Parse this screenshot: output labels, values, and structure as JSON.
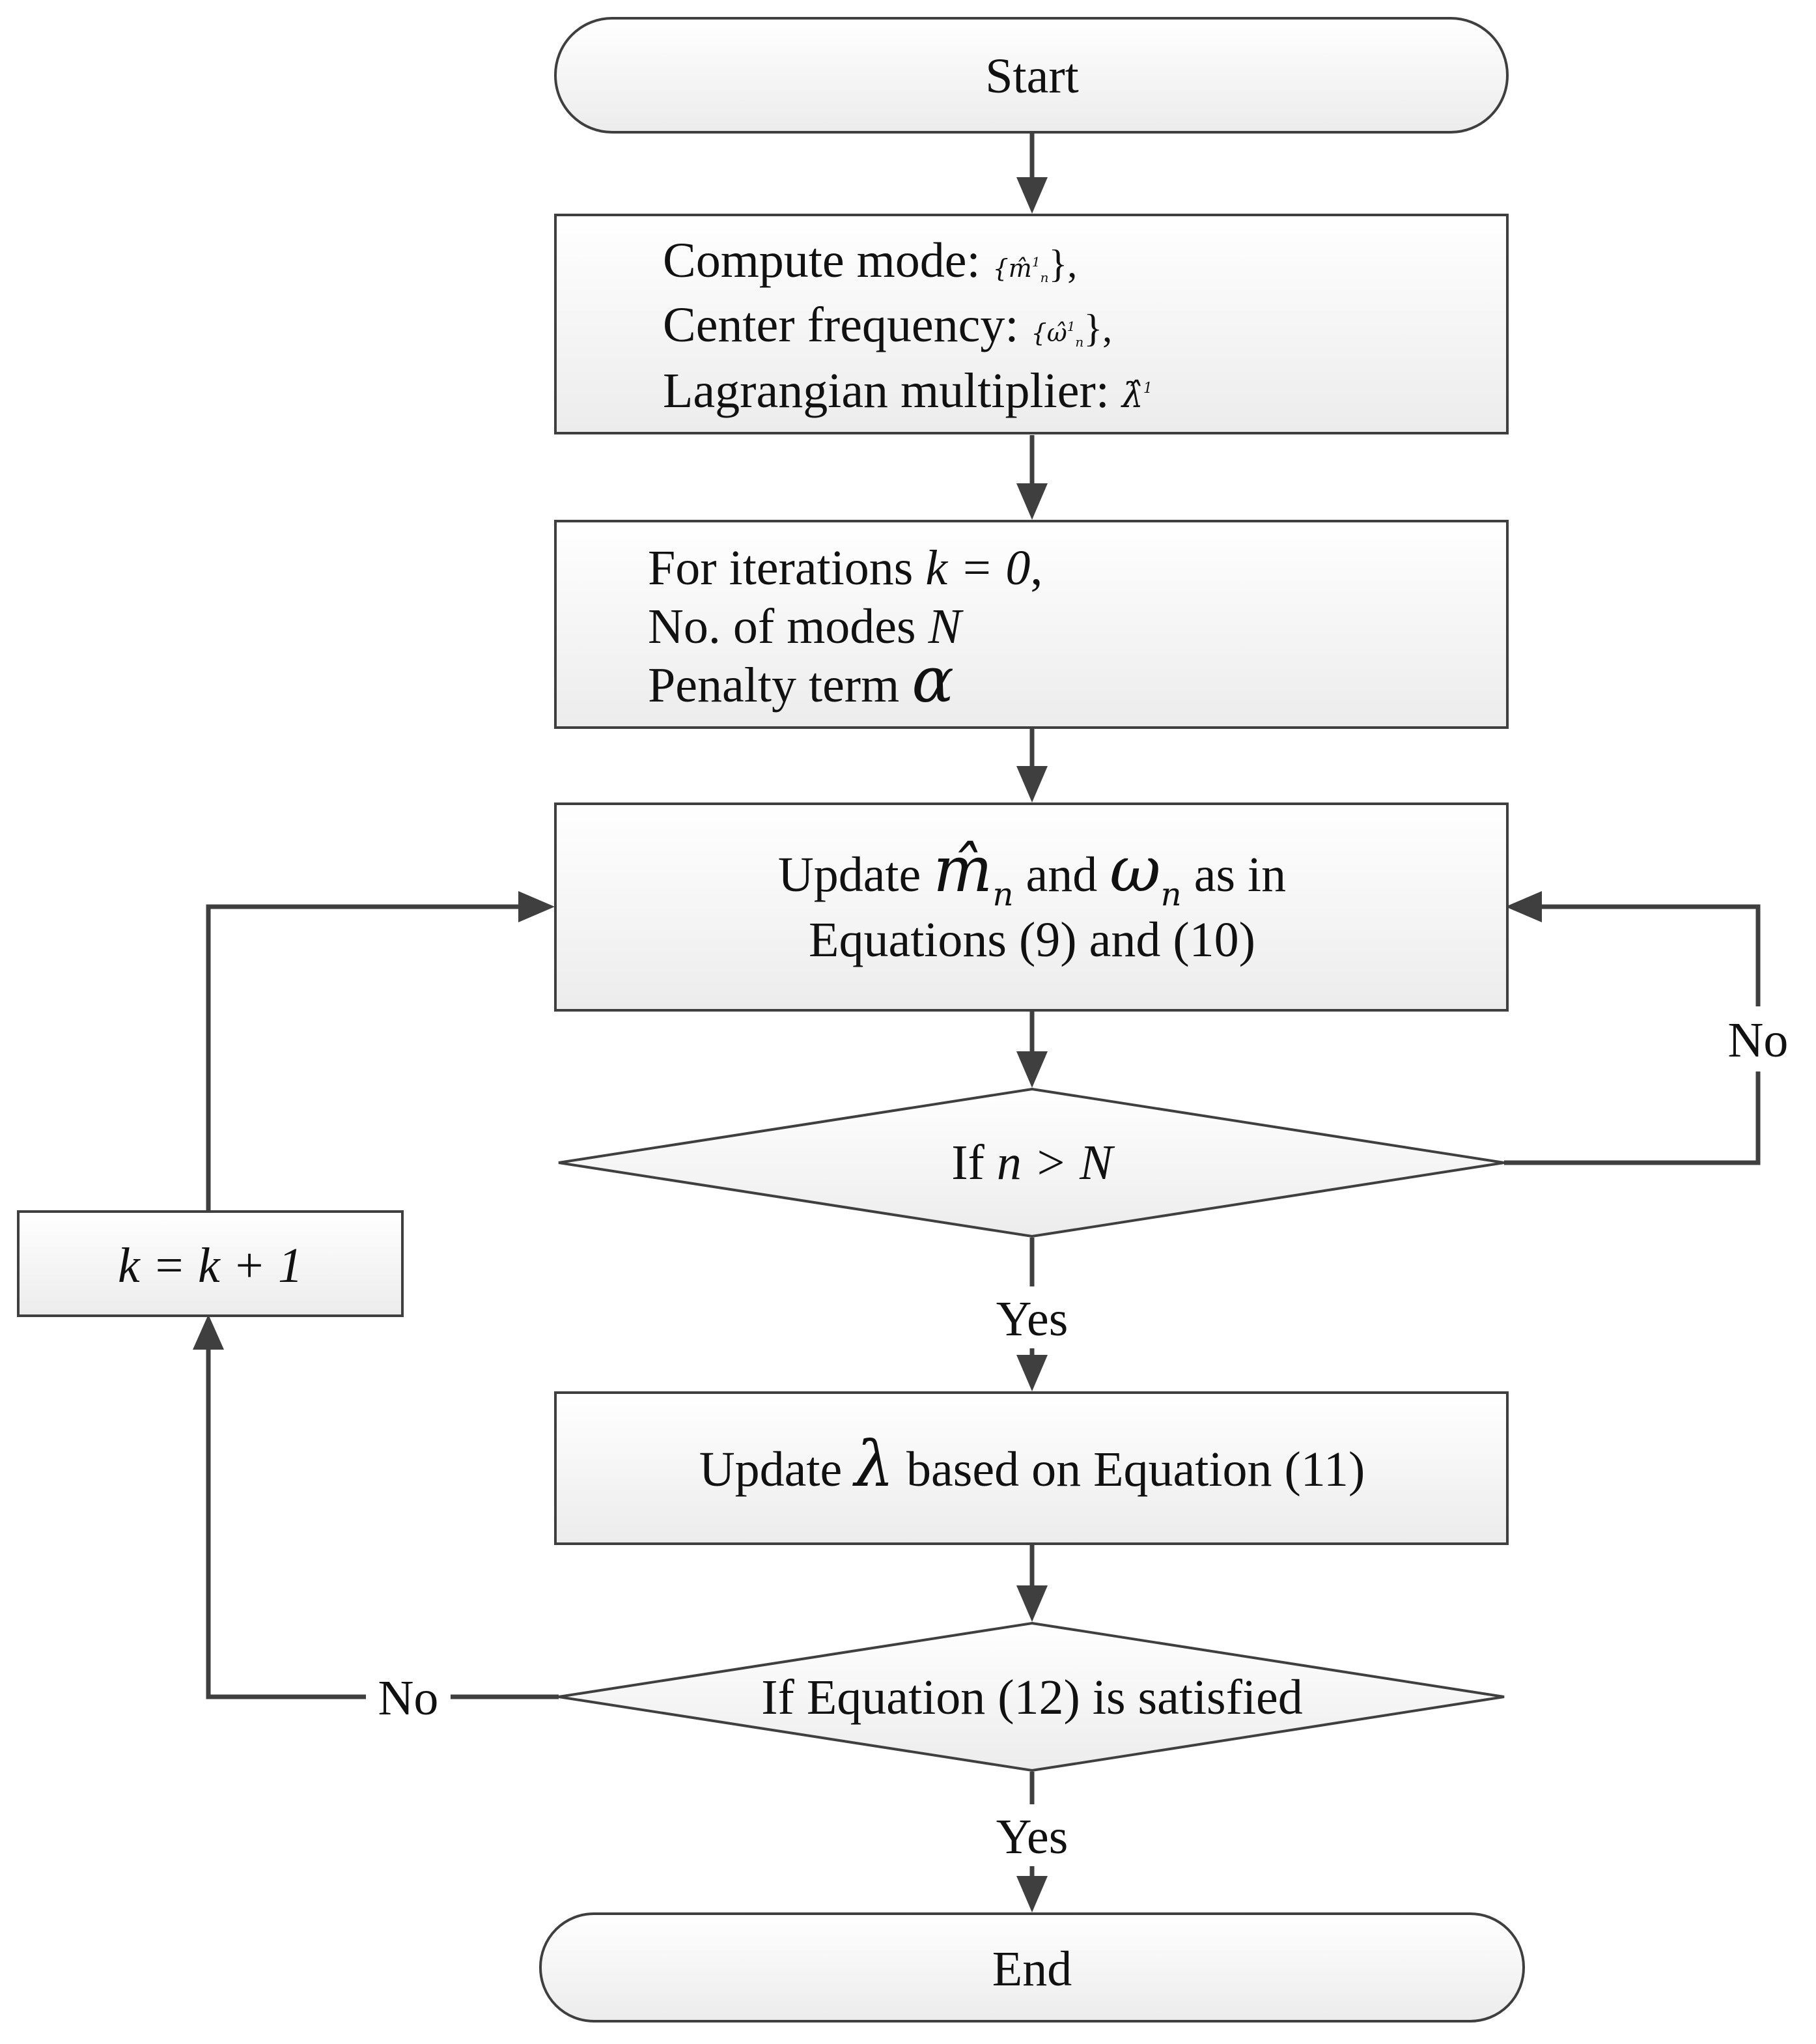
{
  "nodes": {
    "start": {
      "label": "Start"
    },
    "compute": {
      "line1": "Compute mode:",
      "line1_sym": "{m̂",
      "line1_sup": "1",
      "line1_sub": "n",
      "line1_end": "},",
      "line2": "Center frequency:",
      "line2_sym": "{ω̂",
      "line2_sup": "1",
      "line2_sub": "n",
      "line2_end": "},",
      "line3": "Lagrangian multiplier:",
      "line3_sym": "λ̂",
      "line3_sup": "1"
    },
    "init": {
      "line1": "For iterations",
      "line1_math": "k = 0",
      "line1_end": ",",
      "line2": "No. of modes",
      "line2_math": "N",
      "line3": "Penalty term",
      "line3_math": "α"
    },
    "update_m": {
      "line1_a": "Update",
      "line1_m": "m̂",
      "line1_m_sub": "n",
      "line1_b": "and",
      "line1_w": "ω",
      "line1_w_sub": "n",
      "line1_c": "as in",
      "line2": "Equations (9) and (10)"
    },
    "decision_n": {
      "label_a": "If",
      "label_math": "n > N"
    },
    "update_lambda": {
      "label_a": "Update",
      "label_math": "λ",
      "label_b": "based on Equation (11)"
    },
    "decision_conv": {
      "label": "If Equation (12) is satisfied"
    },
    "increment": {
      "label": "k = k + 1"
    },
    "end": {
      "label": "End"
    }
  },
  "edges": {
    "n_no": "No",
    "n_yes": "Yes",
    "conv_no": "No",
    "conv_yes": "Yes"
  }
}
